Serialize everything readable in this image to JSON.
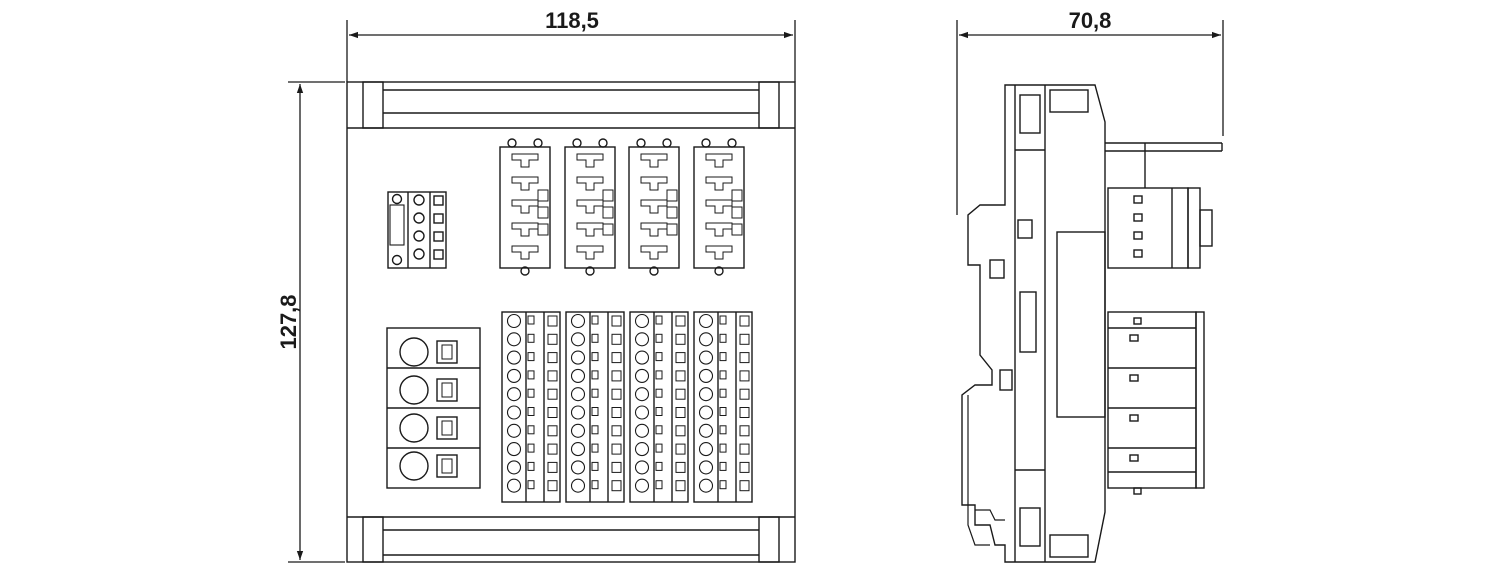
{
  "dimensions": {
    "front_width": "118,5",
    "height": "127,8",
    "side_depth": "70,8"
  },
  "colors": {
    "line": "#1a1a1a",
    "background": "#ffffff"
  }
}
